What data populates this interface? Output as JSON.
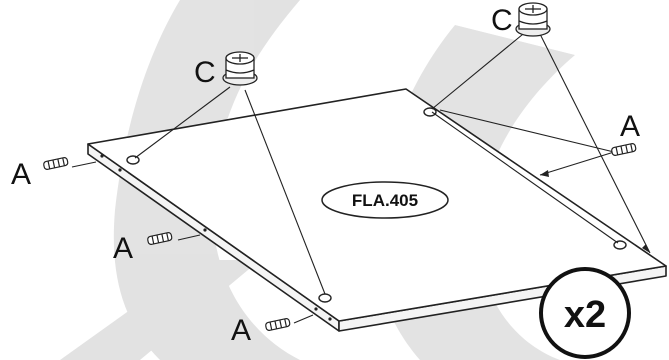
{
  "diagram": {
    "part_code": "FLA.405",
    "quantity": "x2",
    "labels": {
      "dowel": "A",
      "cam": "C"
    }
  }
}
